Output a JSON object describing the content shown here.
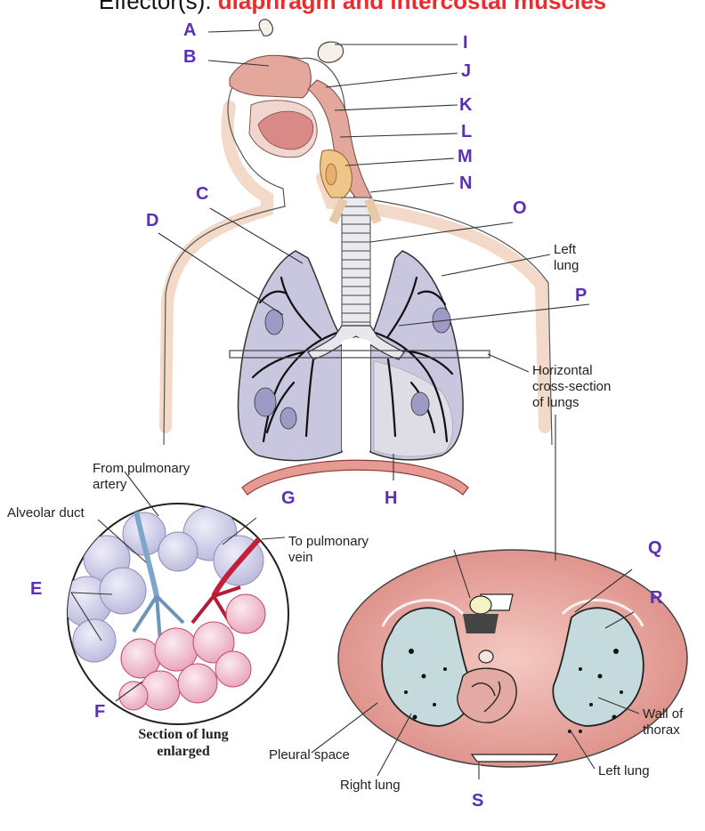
{
  "header": {
    "prefix": "Effector(s): ",
    "answer": "diaphragm and intercostal muscles",
    "answer_color": "#ee2b2b"
  },
  "letters": [
    "A",
    "B",
    "C",
    "D",
    "E",
    "F",
    "G",
    "H",
    "I",
    "J",
    "K",
    "L",
    "M",
    "N",
    "O",
    "P",
    "Q",
    "R",
    "S"
  ],
  "labels": {
    "left_lung": [
      "Left",
      "lung"
    ],
    "cross_section": [
      "Horizontal",
      "cross-section",
      "of lungs"
    ],
    "from_pulmonary": [
      "From pulmonary",
      "artery"
    ],
    "alveolar_duct": "Alveolar duct",
    "to_pulmonary": [
      "To pulmonary",
      "vein"
    ],
    "section_caption": [
      "Section of lung",
      "enlarged"
    ],
    "pleural_space": "Pleural space",
    "right_lung": "Right lung",
    "left_lung_cs": "Left lung",
    "wall_of_thorax": [
      "Wall of",
      "thorax"
    ]
  },
  "colors": {
    "letter": "#5a2fb8",
    "body_outline": "#f3d9c8",
    "lung_fill": "#c9c6e0",
    "airway": "#e8c9a8",
    "diaphragm": "#e79a92",
    "thorax_wall": "#e2908a",
    "lung_cs_fill": "#c5dadd"
  }
}
